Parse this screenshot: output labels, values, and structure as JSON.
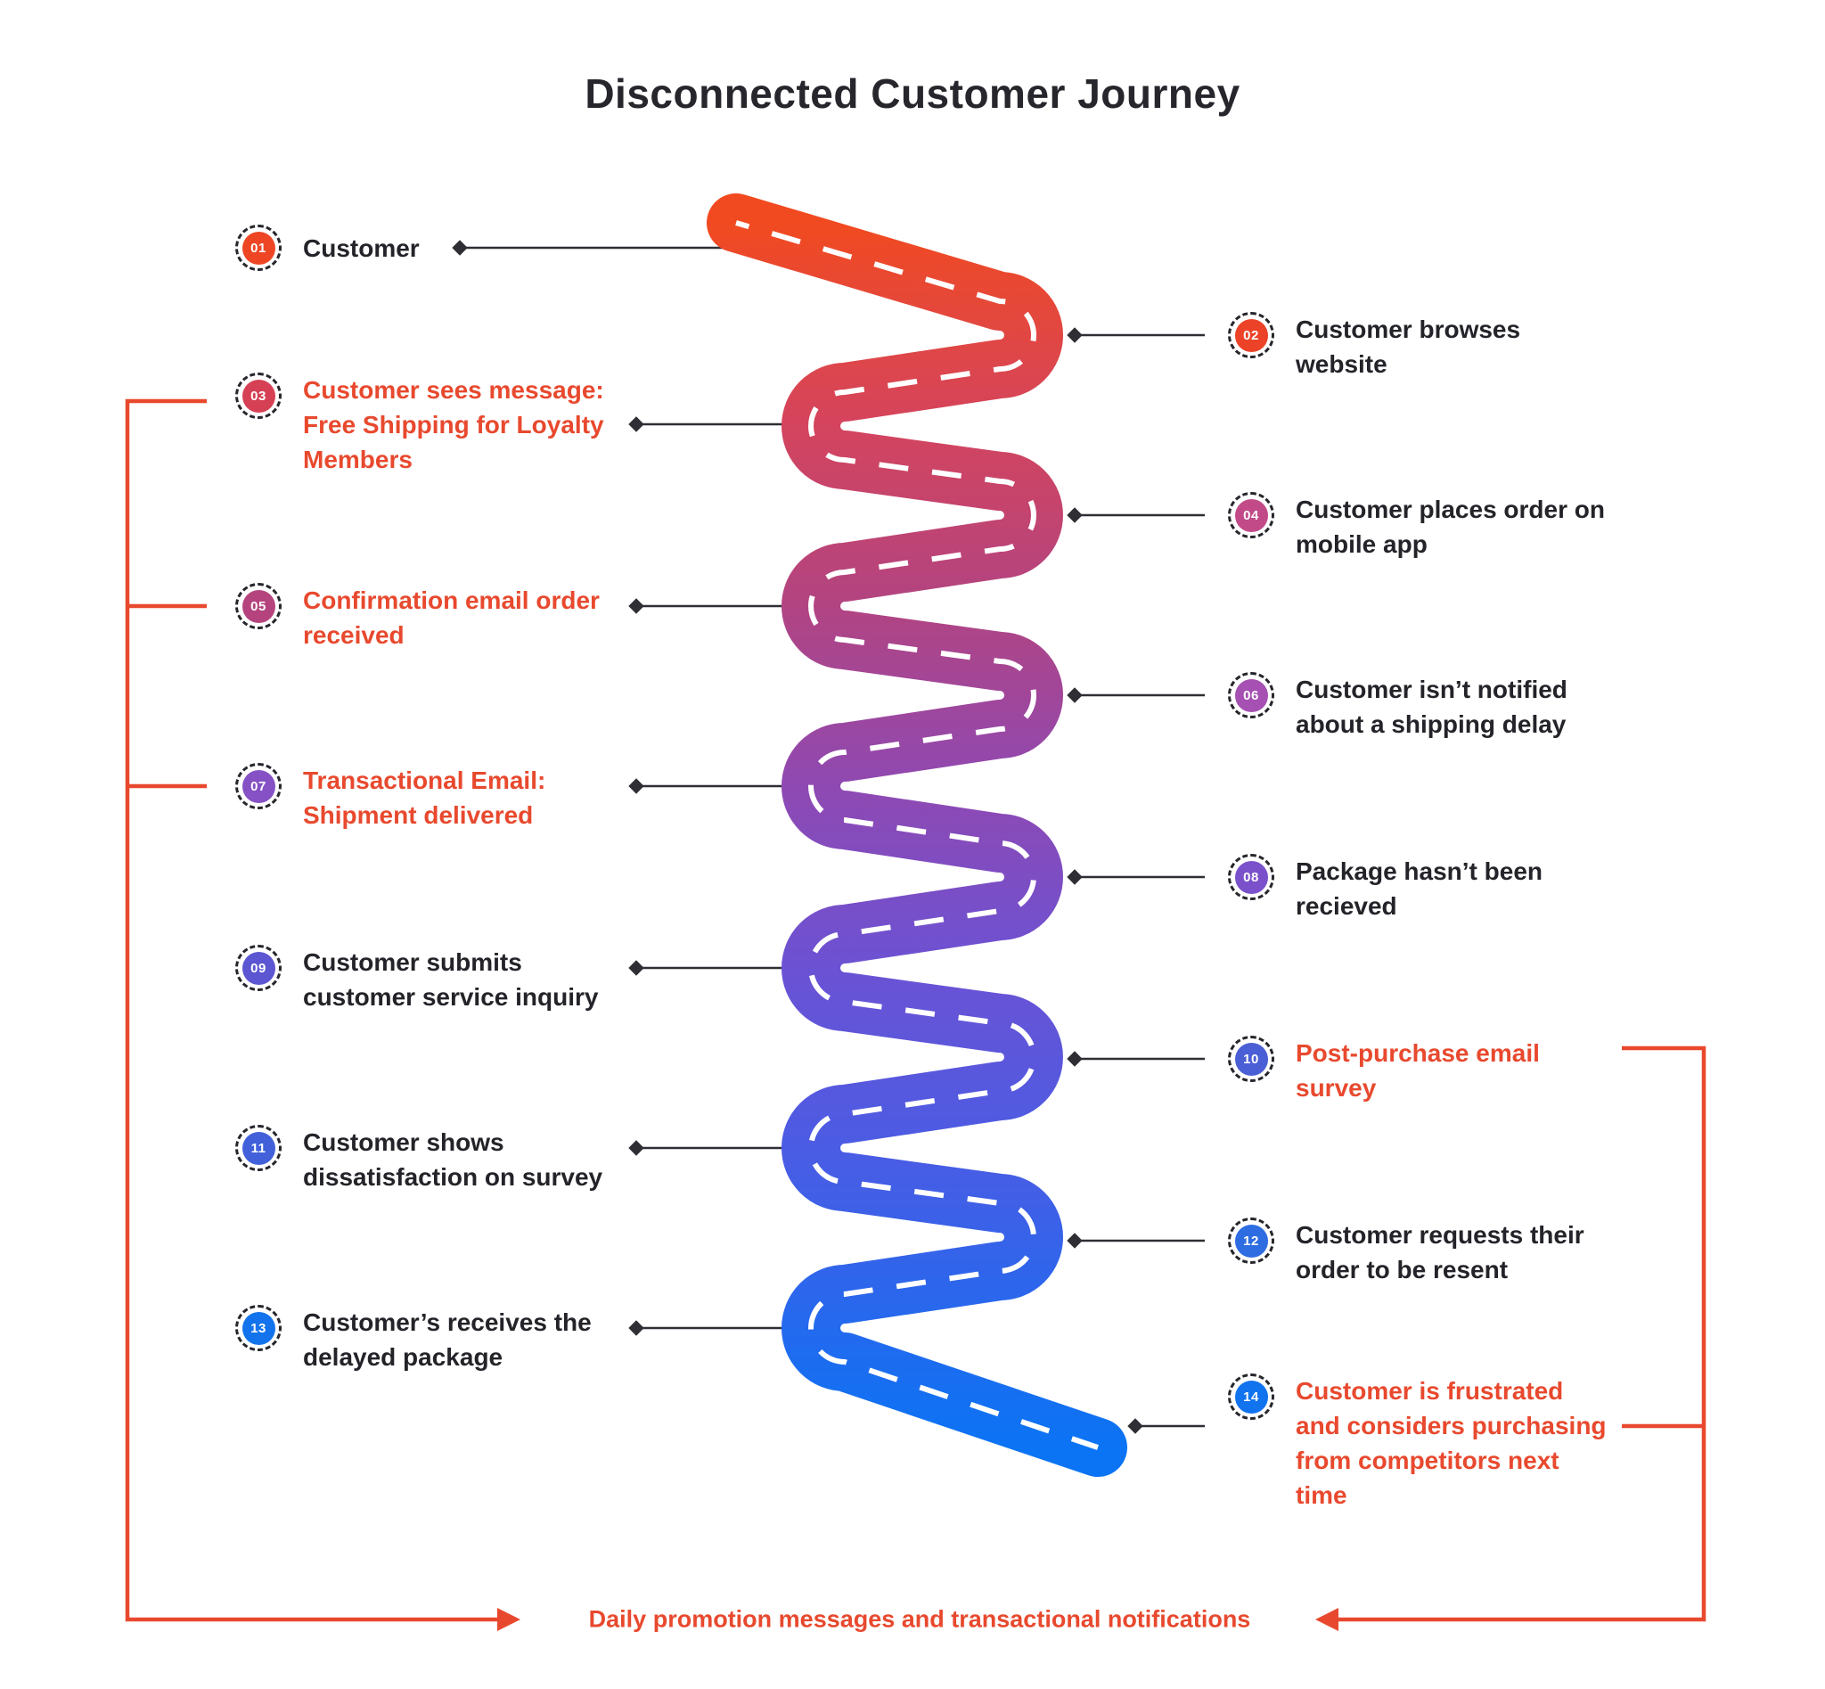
{
  "header": {
    "title": "Disconnected Customer Journey"
  },
  "colors": {
    "accent_red": "#e8492e",
    "text_dark": "#232329",
    "connector_line": "#2e2e34",
    "road_dash": "#ffffff"
  },
  "road": {
    "gradient": [
      "#f14a20",
      "#d5445c",
      "#b24481",
      "#8f49b2",
      "#6b52d4",
      "#4a5ce4",
      "#2469ee",
      "#0b74f4"
    ]
  },
  "steps": [
    {
      "num": "01",
      "lines": "Customer",
      "side": "left",
      "alert": false,
      "badge_color": "#ee4624"
    },
    {
      "num": "02",
      "lines": "Customer browses\nwebsite",
      "side": "right",
      "alert": false,
      "badge_color": "#ec4227"
    },
    {
      "num": "03",
      "lines": "Customer sees message:\nFree Shipping for Loyalty\nMembers",
      "side": "left",
      "alert": true,
      "badge_color": "#d64055"
    },
    {
      "num": "04",
      "lines": "Customer places order on\nmobile app",
      "side": "right",
      "alert": false,
      "badge_color": "#c24a88"
    },
    {
      "num": "05",
      "lines": "Confirmation email order\nreceived",
      "side": "left",
      "alert": true,
      "badge_color": "#b5447e"
    },
    {
      "num": "06",
      "lines": "Customer isn’t notified\nabout a shipping delay",
      "side": "right",
      "alert": false,
      "badge_color": "#a550b2"
    },
    {
      "num": "07",
      "lines": "Transactional Email:\nShipment delivered",
      "side": "left",
      "alert": true,
      "badge_color": "#8551c5"
    },
    {
      "num": "08",
      "lines": "Package hasn’t been\nrecieved",
      "side": "right",
      "alert": false,
      "badge_color": "#7a51cb"
    },
    {
      "num": "09",
      "lines": "Customer submits\ncustomer service inquiry",
      "side": "left",
      "alert": false,
      "badge_color": "#5c56d2"
    },
    {
      "num": "10",
      "lines": "Post-purchase email\nsurvey",
      "side": "right",
      "alert": true,
      "badge_color": "#4a5ed6"
    },
    {
      "num": "11",
      "lines": "Customer shows\ndissatisfaction on survey",
      "side": "left",
      "alert": false,
      "badge_color": "#4160da"
    },
    {
      "num": "12",
      "lines": "Customer requests their\norder to be resent",
      "side": "right",
      "alert": false,
      "badge_color": "#2e6ce2"
    },
    {
      "num": "13",
      "lines": "Customer’s receives the\ndelayed package",
      "side": "left",
      "alert": false,
      "badge_color": "#1273ec"
    },
    {
      "num": "14",
      "lines": "Customer is frustrated\nand considers purchasing\nfrom competitors next\ntime",
      "side": "right",
      "alert": true,
      "badge_color": "#1173ee"
    }
  ],
  "footer": {
    "note": "Daily promotion messages and transactional notifications"
  }
}
